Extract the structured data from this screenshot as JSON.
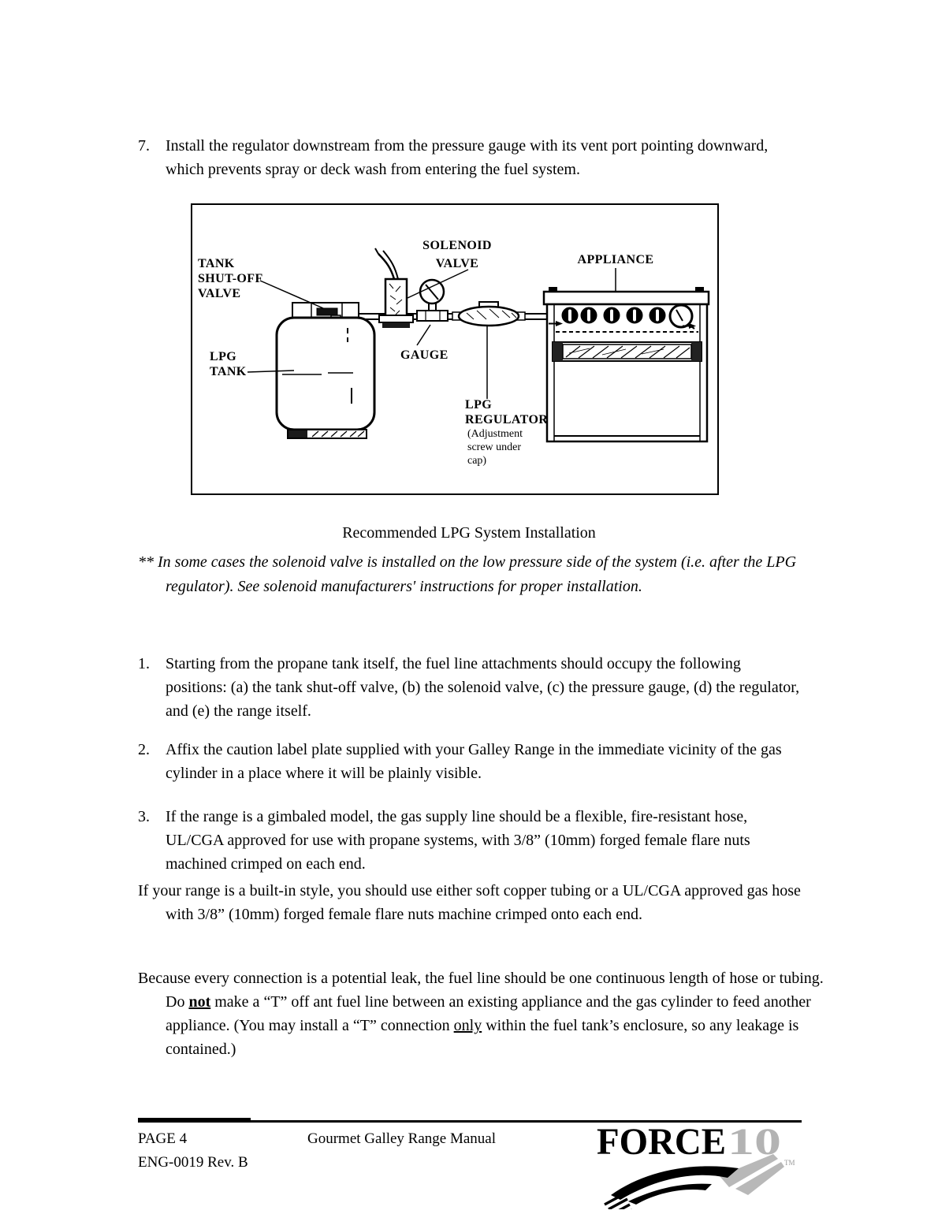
{
  "document": {
    "item7": {
      "number": "7.",
      "text": "Install the regulator downstream from the pressure gauge with its vent port pointing downward, which prevents spray or deck wash from entering the fuel system."
    },
    "figure": {
      "caption": "Recommended LPG System Installation",
      "labels": {
        "tank_shutoff_line1": "TANK",
        "tank_shutoff_line2": "SHUT-OFF",
        "tank_shutoff_line3": "VALVE",
        "solenoid_line1": "SOLENOID",
        "solenoid_line2": "VALVE",
        "appliance": "APPLIANCE",
        "lpg_tank_line1": "LPG",
        "lpg_tank_line2": "TANK",
        "gauge": "GAUGE",
        "regulator_line1": "LPG",
        "regulator_line2": "REGULATOR",
        "regulator_note_line1": "(Adjustment",
        "regulator_note_line2": "screw under",
        "regulator_note_line3": "cap)"
      }
    },
    "note": "** In some cases the solenoid valve is installed on the low pressure side of the system (i.e. after the LPG regulator). See solenoid manufacturers' instructions for proper installation.",
    "list": [
      {
        "number": "1.",
        "text": "Starting from the propane tank itself, the fuel line attachments should occupy the following positions: (a) the tank shut-off valve, (b) the solenoid valve, (c) the pressure gauge, (d) the regulator, and (e) the range itself."
      },
      {
        "number": "2.",
        "text": "Affix the caution label plate supplied with your Galley Range in the immediate vicinity of the gas cylinder in a place where it will be plainly visible."
      },
      {
        "number": "3.",
        "text": "If the range is a gimbaled model, the gas supply line should be a flexible, fire-resistant hose, UL/CGA approved for use with propane systems, with 3/8” (10mm) forged female flare nuts machined crimped on each end."
      }
    ],
    "paragraph_builtin": "If your range is a built-in style, you should use either soft copper tubing or a UL/CGA approved gas hose with 3/8” (10mm) forged female flare nuts machine crimped onto each end.",
    "paragraph_tee": [
      {
        "text": "Because every connection is a potential leak, the fuel line should be one continuous length of hose or tubing. Do "
      },
      {
        "text": "not",
        "emphasis": "bold-underline"
      },
      {
        "text": " make a “T” off ant fuel line between an existing appliance and the gas cylinder to feed another appliance. (You may install a “T” connection "
      },
      {
        "text": "only",
        "emphasis": "underline"
      },
      {
        "text": " within the fuel tank’s enclosure, so any leakage is contained.)"
      }
    ],
    "footer": {
      "page_label": "PAGE 4",
      "doc_code": "ENG-0019 Rev. B",
      "manual_title": "Gourmet Galley Range Manual",
      "logo": {
        "force": "FORCE",
        "ten": "10",
        "tm": "TM",
        "black": "#000000",
        "gray": "#b3b3b3"
      }
    }
  }
}
